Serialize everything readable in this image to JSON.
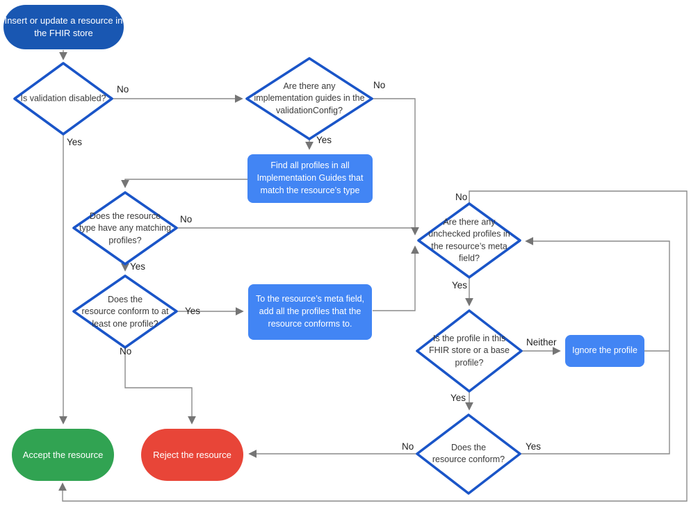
{
  "diagram": {
    "type": "flowchart",
    "colors": {
      "start_fill": "#1957B2",
      "process_fill": "#4285F4",
      "accept_fill": "#31A352",
      "reject_fill": "#E84538",
      "decision_stroke": "#1A55C8",
      "connector": "#8A8A8A",
      "arrowhead": "#757575",
      "decision_text": "#3A3A3A",
      "edge_label_text": "#212121"
    },
    "nodes": {
      "start": {
        "type": "terminal",
        "label": "Insert or update a resource in\nthe FHIR store"
      },
      "validation_disabled": {
        "type": "decision",
        "label": "Is validation disabled?"
      },
      "implementation_guides": {
        "type": "decision",
        "label": "Are there any\nimplementation guides in the\nvalidationConfig?"
      },
      "find_profiles": {
        "type": "process",
        "label": "Find all profiles in all\nImplementation Guides that\nmatch the resource’s type"
      },
      "matching_profiles": {
        "type": "decision",
        "label": "Does the resource\ntype have any matching\nprofiles?"
      },
      "conforms_to_one": {
        "type": "decision",
        "label": "Does the\nresource conform to at\nleast one profile?"
      },
      "add_profiles": {
        "type": "process",
        "label": "To the resource’s meta field,\nadd all the profiles that the\nresource conforms to."
      },
      "unchecked_profiles": {
        "type": "decision",
        "label": "Are there any\nunchecked profiles in\nthe resource’s meta\nfield?"
      },
      "profile_in_store": {
        "type": "decision",
        "label": "Is the profile in this\nFHIR store or a base\nprofile?"
      },
      "ignore_profile": {
        "type": "process",
        "label": "Ignore the profile"
      },
      "resource_conforms": {
        "type": "decision",
        "label": "Does the\nresource conform?"
      },
      "accept": {
        "type": "terminal",
        "label": "Accept the resource"
      },
      "reject": {
        "type": "terminal",
        "label": "Reject the resource"
      }
    },
    "edge_labels": {
      "validation_disabled_no": "No",
      "validation_disabled_yes": "Yes",
      "implementation_guides_no": "No",
      "implementation_guides_yes": "Yes",
      "matching_profiles_no": "No",
      "matching_profiles_yes": "Yes",
      "conforms_to_one_yes": "Yes",
      "conforms_to_one_no": "No",
      "unchecked_profiles_no": "No",
      "unchecked_profiles_yes": "Yes",
      "profile_in_store_neither": "Neither",
      "profile_in_store_yes": "Yes",
      "resource_conforms_no": "No",
      "resource_conforms_yes": "Yes"
    }
  }
}
